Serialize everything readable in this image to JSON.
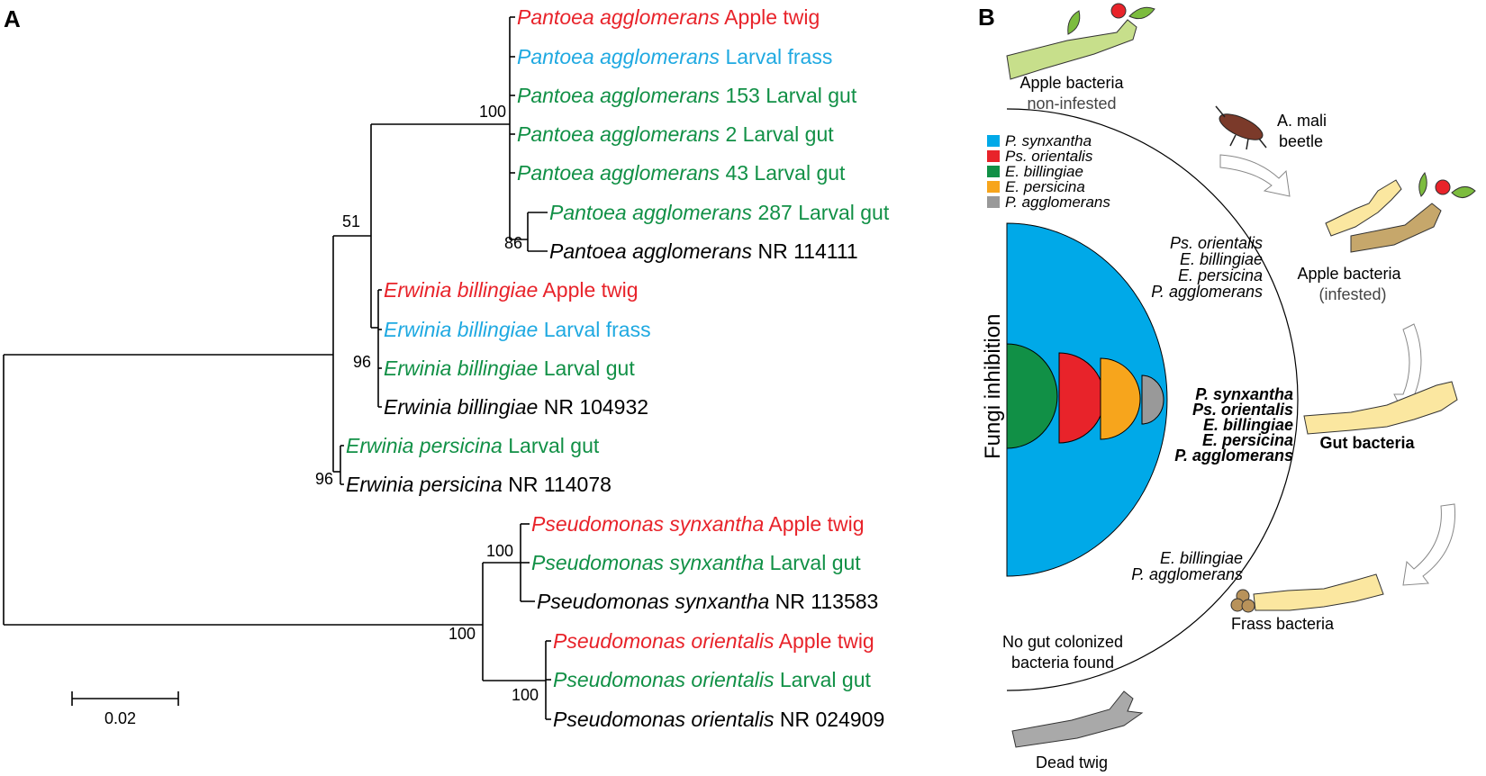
{
  "panels": {
    "a": "A",
    "b": "B"
  },
  "colors": {
    "apple_twig": "#e8232a",
    "larval_frass": "#1fa9e1",
    "larval_gut": "#119046",
    "reference": "#000000",
    "blue": "#00a9e8",
    "red": "#e8232a",
    "green": "#119046",
    "orange": "#f7a51c",
    "gray": "#999999"
  },
  "tree": {
    "leaves": [
      {
        "species": "Pantoea agglomerans",
        "source": "Apple twig",
        "color": "apple_twig"
      },
      {
        "species": "Pantoea agglomerans",
        "source": "Larval frass",
        "color": "larval_frass"
      },
      {
        "species": "Pantoea agglomerans",
        "source": "153 Larval gut",
        "color": "larval_gut"
      },
      {
        "species": "Pantoea agglomerans",
        "source": "2 Larval gut",
        "color": "larval_gut"
      },
      {
        "species": "Pantoea agglomerans",
        "source": "43 Larval gut",
        "color": "larval_gut"
      },
      {
        "species": "Pantoea agglomerans",
        "source": "287 Larval gut",
        "color": "larval_gut"
      },
      {
        "species": "Pantoea agglomerans",
        "source": "NR 114111",
        "color": "reference"
      },
      {
        "species": "Erwinia billingiae",
        "source": "Apple twig",
        "color": "apple_twig"
      },
      {
        "species": "Erwinia billingiae",
        "source": "Larval frass",
        "color": "larval_frass"
      },
      {
        "species": "Erwinia billingiae",
        "source": "Larval gut",
        "color": "larval_gut"
      },
      {
        "species": "Erwinia billingiae",
        "source": " NR 104932",
        "color": "reference"
      },
      {
        "species": "Erwinia persicina",
        "source": "Larval gut",
        "color": "larval_gut"
      },
      {
        "species": "Erwinia persicina",
        "source": " NR 114078",
        "color": "reference"
      },
      {
        "species": "Pseudomonas synxantha",
        "source": " Apple twig",
        "color": "apple_twig"
      },
      {
        "species": "Pseudomonas synxantha",
        "source": "Larval gut",
        "color": "larval_gut"
      },
      {
        "species": "Pseudomonas synxantha",
        "source": " NR 113583",
        "color": "reference"
      },
      {
        "species": "Pseudomonas orientalis",
        "source": "Apple twig",
        "color": "apple_twig"
      },
      {
        "species": "Pseudomonas orientalis",
        "source": "Larval gut",
        "color": "larval_gut"
      },
      {
        "species": "Pseudomonas orientalis",
        "source": "NR 024909",
        "color": "reference"
      }
    ],
    "bootstrap": [
      "100",
      "86",
      "51",
      "96",
      "96",
      "100",
      "100",
      "100"
    ],
    "scale_label": "0.02"
  },
  "diagram": {
    "legend": [
      {
        "label": "P. synxantha",
        "color": "blue"
      },
      {
        "label": "Ps. orientalis",
        "color": "red"
      },
      {
        "label": "E. billingiae",
        "color": "green"
      },
      {
        "label": "E. persicina",
        "color": "orange"
      },
      {
        "label": "P. agglomerans",
        "color": "gray"
      }
    ],
    "y_label": "Fungi inhibition",
    "apple_noninfested": {
      "line1": "Apple bacteria",
      "line2": "non-infested"
    },
    "beetle": {
      "line1": "A. mali",
      "line2": "beetle"
    },
    "apple_infested": {
      "line1": "Apple bacteria",
      "line2": "(infested)"
    },
    "infested_species": [
      "Ps. orientalis",
      "E. billingiae",
      "E. persicina",
      "P. agglomerans"
    ],
    "gut_species": [
      "P. synxantha",
      "Ps. orientalis",
      "E. billingiae",
      "E. persicina",
      "P. agglomerans"
    ],
    "gut_label": "Gut bacteria",
    "frass_species": [
      "E. billingiae",
      "P. agglomerans"
    ],
    "frass_label": "Frass bacteria",
    "dead": {
      "line1": "No gut colonized",
      "line2": "bacteria found"
    },
    "dead_twig": "Dead twig"
  }
}
